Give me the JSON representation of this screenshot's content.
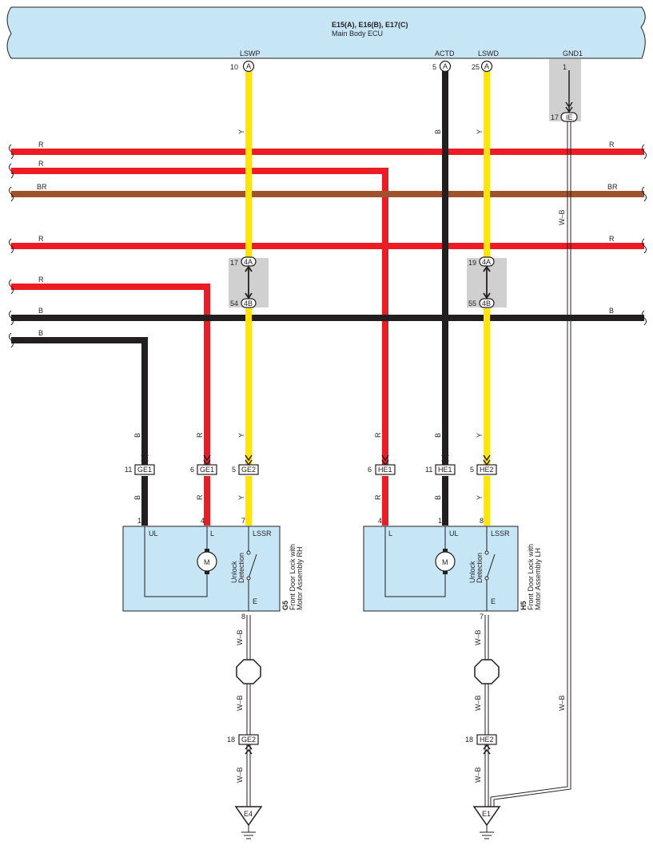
{
  "ecu": {
    "title": "E15(A), E16(B), E17(C)",
    "subtitle": "Main Body ECU",
    "pins": [
      {
        "name": "LSWP",
        "num": "10",
        "conn": "A"
      },
      {
        "name": "ACTD",
        "num": "5",
        "conn": "A"
      },
      {
        "name": "LSWD",
        "num": "25",
        "conn": "A"
      },
      {
        "name": "GND1",
        "num": "1",
        "conn": ""
      }
    ]
  },
  "wire_colors": {
    "R": "#ed1c24",
    "Y": "#ffe500",
    "B": "#231f20",
    "BR": "#a0522d",
    "W-B": "#ffffff"
  },
  "buses": [
    {
      "left_label": "R",
      "right_label": "R"
    },
    {
      "left_label": "R",
      "right_label": ""
    },
    {
      "left_label": "BR",
      "right_label": "BR"
    },
    {
      "left_label": "R",
      "right_label": "R"
    },
    {
      "left_label": "R",
      "right_label": ""
    },
    {
      "left_label": "B",
      "right_label": "B"
    },
    {
      "left_label": "B",
      "right_label": ""
    }
  ],
  "wire_labels": {
    "y": "Y",
    "b": "B",
    "r": "R",
    "wb": "W–B"
  },
  "junctions": {
    "ie": {
      "num": "17",
      "conn": "IE"
    },
    "j17": {
      "num": "17",
      "conn": "4A"
    },
    "j54": {
      "num": "54",
      "conn": "4B"
    },
    "j19": {
      "num": "19",
      "conn": "4A"
    },
    "j55": {
      "num": "55",
      "conn": "4B"
    }
  },
  "connectors": [
    {
      "num": "11",
      "name": "GE1"
    },
    {
      "num": "6",
      "name": "GE1"
    },
    {
      "num": "5",
      "name": "GE2"
    },
    {
      "num": "6",
      "name": "HE1"
    },
    {
      "num": "11",
      "name": "HE1"
    },
    {
      "num": "5",
      "name": "HE2"
    },
    {
      "num": "18",
      "name": "GE2"
    },
    {
      "num": "18",
      "name": "HE2"
    }
  ],
  "rh_module": {
    "id": "G5",
    "name_line1": "Front Door Lock with",
    "name_line2": "Motor Assembly RH",
    "pin_nums": [
      "1",
      "4",
      "7",
      "8"
    ],
    "pin_labels": [
      "UL",
      "L",
      "LSSR",
      "E"
    ]
  },
  "lh_module": {
    "id": "H5",
    "name_line1": "Front Door Lock with",
    "name_line2": "Motor Assembly LH",
    "pin_nums": [
      "4",
      "1",
      "8",
      "7"
    ],
    "pin_labels": [
      "L",
      "UL",
      "LSSR",
      "E"
    ]
  },
  "motor_label": "M",
  "unlock_line1": "Unlock",
  "unlock_line2": "Detection",
  "grounds": [
    {
      "label": "E4"
    },
    {
      "label": "E1"
    }
  ]
}
